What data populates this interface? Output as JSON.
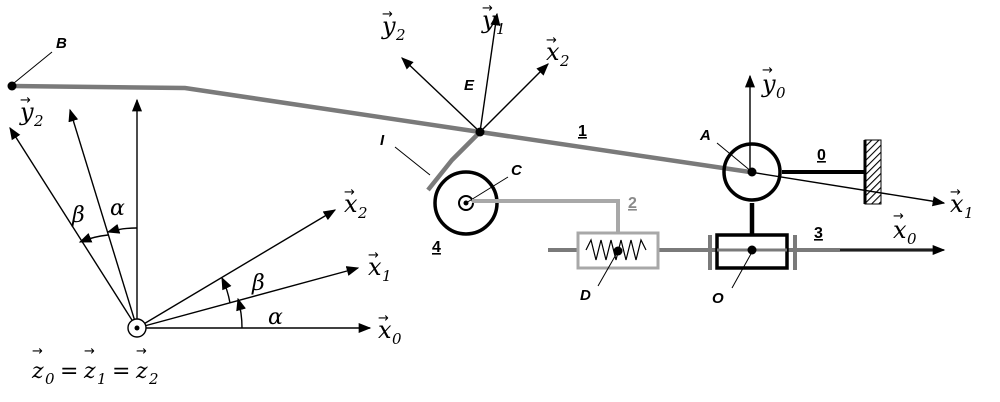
{
  "left_frame": {
    "x0": {
      "base": "x",
      "sub": "0"
    },
    "x1": {
      "base": "x",
      "sub": "1"
    },
    "x2": {
      "base": "x",
      "sub": "2"
    },
    "y2": {
      "base": "y",
      "sub": "2"
    },
    "alpha": "α",
    "beta": "β",
    "z_relation": {
      "z0": "z",
      "s0": "0",
      "eq1": "=",
      "z1": "z",
      "s1": "1",
      "eq2": "=",
      "z2": "z",
      "s2": "2"
    }
  },
  "mechanism": {
    "point_B": "B",
    "point_E": "E",
    "point_I": "I",
    "point_C": "C",
    "point_A": "A",
    "point_D": "D",
    "point_O": "O",
    "body_0": "0",
    "body_1": "1",
    "body_2": "2",
    "body_3": "3",
    "body_4": "4",
    "y1": {
      "base": "y",
      "sub": "1"
    },
    "y2": {
      "base": "y",
      "sub": "2"
    },
    "x2": {
      "base": "x",
      "sub": "2"
    },
    "y0": {
      "base": "y",
      "sub": "0"
    },
    "x1": {
      "base": "x",
      "sub": "1"
    },
    "x0": {
      "base": "x",
      "sub": "0"
    }
  },
  "colors": {
    "lever": "#7a7a7a",
    "spring_link": "#a8a8a8",
    "ink": "#000000"
  }
}
